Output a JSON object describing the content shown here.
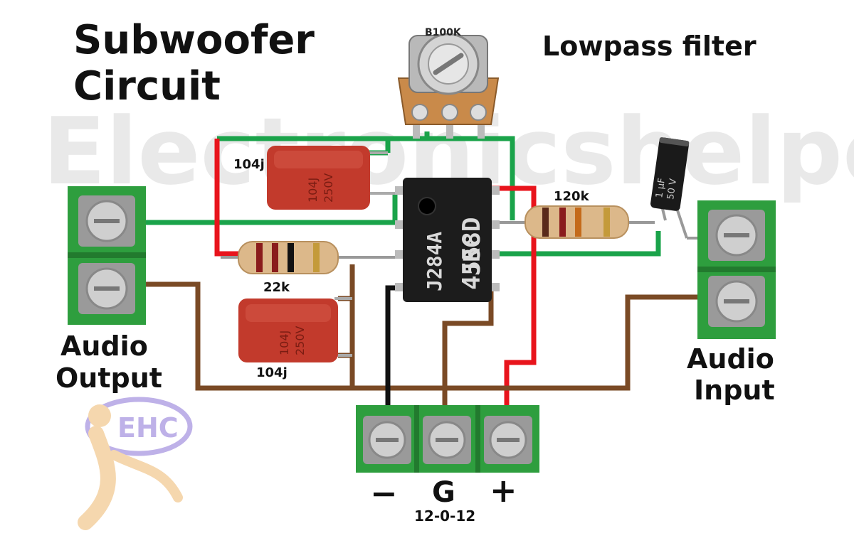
{
  "title_line1": "Subwoofer",
  "title_line2": "Circuit",
  "filter_label": "Lowpass filter",
  "watermark": "Electronicshelpcare",
  "logo_text": "EHC",
  "pot_label": "B100K",
  "chip": {
    "line1": "4558D",
    "line2": "JRC",
    "line3": "J284A"
  },
  "cap_top": {
    "label": "104j",
    "body_line1": "104J",
    "body_line2": "250V"
  },
  "cap_bottom": {
    "label": "104j",
    "body_line1": "104J",
    "body_line2": "250V"
  },
  "res_22k": "22k",
  "res_120k": "120k",
  "elec_cap": {
    "line1": "1 µF",
    "line2": "50 V"
  },
  "audio_output": {
    "line1": "Audio",
    "line2": "Output"
  },
  "audio_input": {
    "line1": "Audio",
    "line2": "Input"
  },
  "power": {
    "minus": "−",
    "ground": "G",
    "plus": "+",
    "supply": "12-0-12"
  },
  "colors": {
    "terminal_green": "#2e9e3e",
    "wire_green": "#1aa34a",
    "wire_red": "#e8141c",
    "wire_brown": "#7a4a25",
    "wire_black": "#111111",
    "cap_red": "#c23a2c"
  }
}
